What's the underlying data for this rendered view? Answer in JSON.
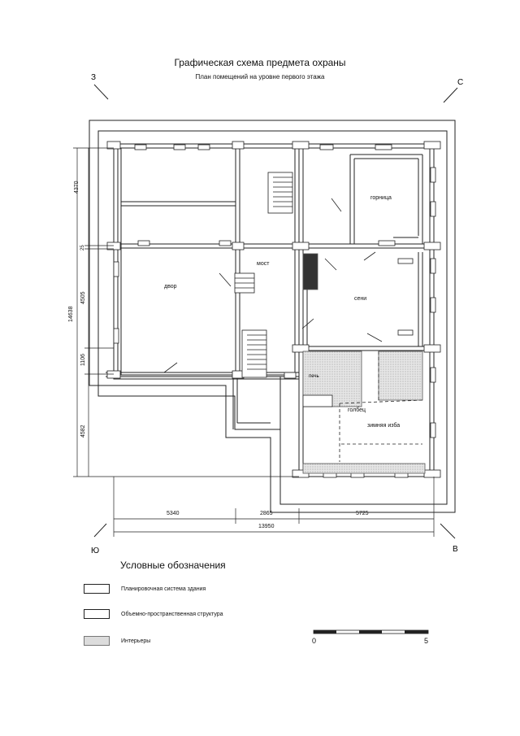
{
  "header": {
    "title": "Графическая схема предмета охраны",
    "subtitle": "План помещений на уровне первого этажа"
  },
  "compass": {
    "nw": "З",
    "ne": "С",
    "sw": "Ю",
    "se": "В"
  },
  "rooms": {
    "dvor": "двор",
    "most": "мост",
    "gornica": "горница",
    "seni": "сени",
    "pech": "печь",
    "golbec": "голбец",
    "zimnyaya_izba": "зимняя изба"
  },
  "dimensions": {
    "horizontal": [
      "5340",
      "2865",
      "5725"
    ],
    "total_horizontal": "13950",
    "vertical": [
      "4370",
      "25",
      "4505",
      "1106",
      "4582"
    ],
    "total_vertical": "14638"
  },
  "legend": {
    "title": "Условные обозначения",
    "items": [
      {
        "label": "Планировочная система здания",
        "style": "outline"
      },
      {
        "label": "Объемно-пространственная структура",
        "style": "outline"
      },
      {
        "label": "Интерьеры",
        "style": "dotted"
      }
    ]
  },
  "scale": {
    "start": "0",
    "end": "5"
  },
  "colors": {
    "line": "#222222",
    "interior_fill": "#dcdcdc"
  }
}
